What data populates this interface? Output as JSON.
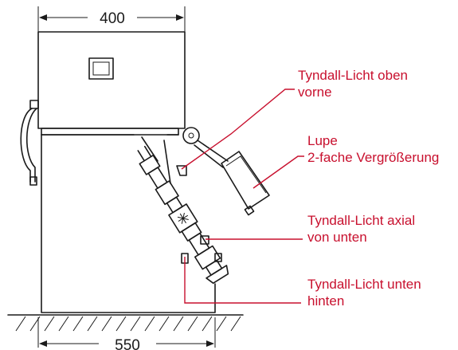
{
  "dimensions": {
    "top_width": "400",
    "bottom_width": "550"
  },
  "labels": {
    "tyndall_top_front": [
      "Tyndall-Licht oben",
      "vorne"
    ],
    "magnifier": [
      "Lupe",
      "2-fache Vergrößerung"
    ],
    "tyndall_axial": [
      "Tyndall-Licht axial",
      "von unten"
    ],
    "tyndall_bottom_rear": [
      "Tyndall-Licht unten",
      "hinten"
    ]
  },
  "colors": {
    "ink": "#1a1a1a",
    "label_red": "#c8102e",
    "background": "#ffffff"
  }
}
